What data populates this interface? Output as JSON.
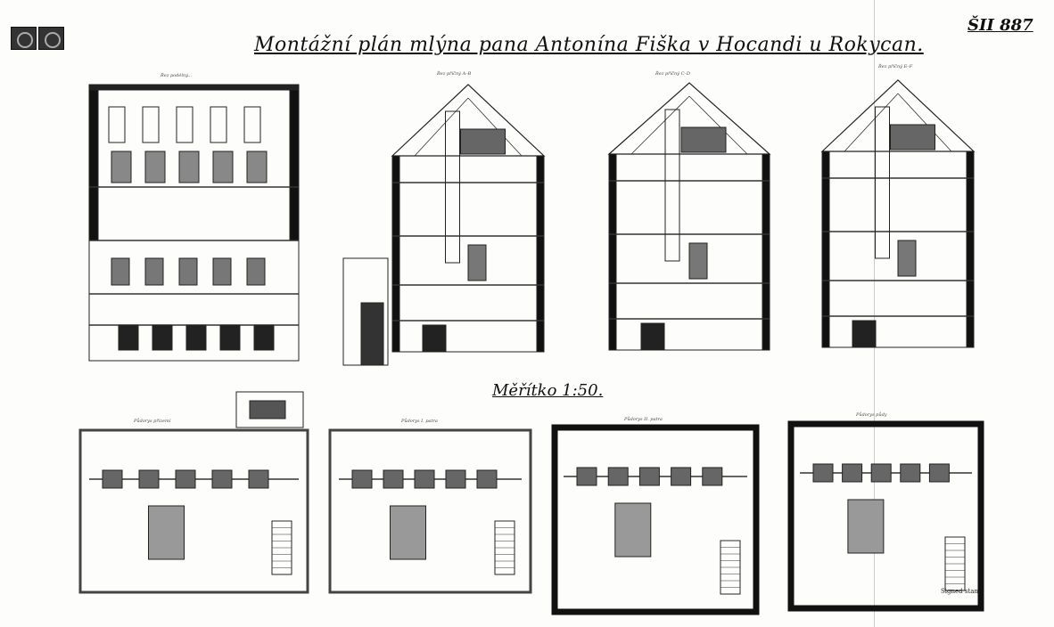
{
  "sheet": {
    "title": "Montážní plán mlýna pana Antonína Fiška v Hocandi u Rokycan.",
    "sheet_number": "ŠII 887",
    "scale": "Měřítko 1:50.",
    "signature": "Signed stamp"
  },
  "captions": {
    "section1": "Řez podélný...",
    "section2": "Řez příčný A–B",
    "section3": "Řez příčný C–D",
    "section4": "Řez příčný E–F",
    "plan1": "Půdorys přízemí",
    "plan2": "Půdorys I. patra",
    "plan3": "Půdorys II. patra",
    "plan4": "Půdorys půdy"
  }
}
